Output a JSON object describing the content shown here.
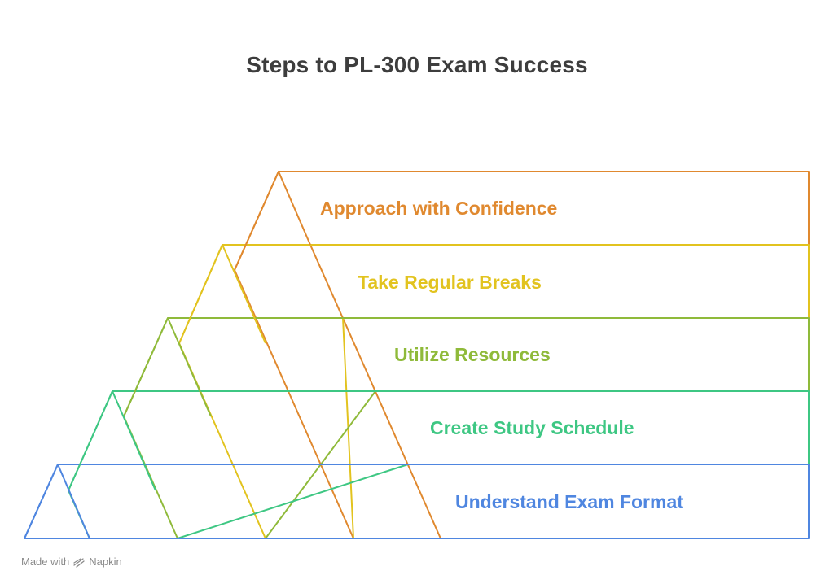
{
  "title": "Steps to PL-300 Exam Success",
  "steps": [
    {
      "label": "Approach with Confidence",
      "color": "#e0892f"
    },
    {
      "label": "Take Regular Breaks",
      "color": "#e2c31f"
    },
    {
      "label": "Utilize Resources",
      "color": "#8fba3a"
    },
    {
      "label": "Create Study Schedule",
      "color": "#3ec783"
    },
    {
      "label": "Understand Exam Format",
      "color": "#4f86e0"
    }
  ],
  "footer": {
    "made_with": "Made with",
    "brand": "Napkin",
    "icon": "napkin-logo-icon"
  }
}
